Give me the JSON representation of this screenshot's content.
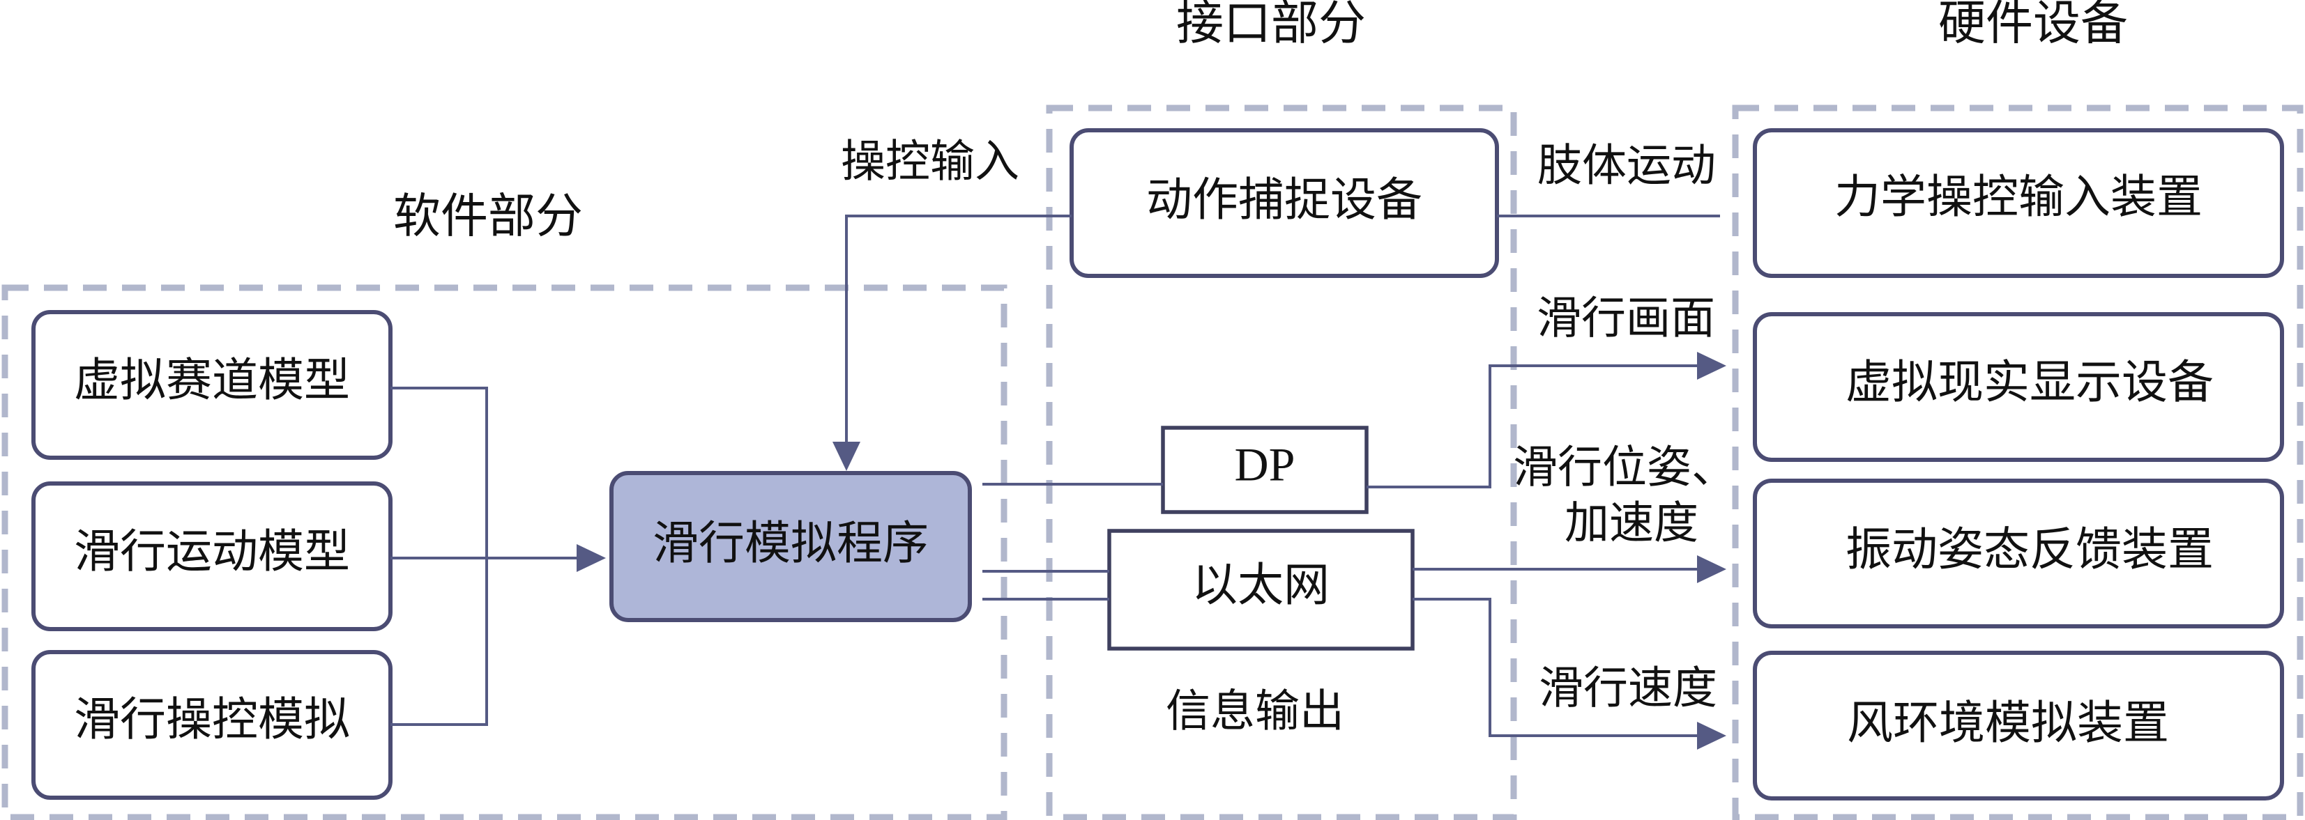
{
  "groups": {
    "software": "软件部分",
    "interface": "接口部分",
    "hardware": "硬件设备"
  },
  "nodes": {
    "virtual_track_model": "虚拟赛道模型",
    "ski_motion_model": "滑行运动模型",
    "ski_control_simulation": "滑行操控模拟",
    "ski_simulation_program": "滑行模拟程序",
    "motion_capture_device": "动作捕捉设备",
    "dp": "DP",
    "ethernet": "以太网",
    "force_control_input_device": "力学操控输入装置",
    "vr_display_device": "虚拟现实显示设备",
    "vibration_feedback_device": "振动姿态反馈装置",
    "wind_simulation_device": "风环境模拟装置"
  },
  "edge_labels": {
    "control_input": "操控输入",
    "limb_motion": "肢体运动",
    "ski_view": "滑行画面",
    "pose_line1": "滑行位姿、",
    "pose_line2": "加速度",
    "ski_speed": "滑行速度",
    "info_output": "信息输出"
  },
  "colors": {
    "core_node_fill": "#aeb6d8",
    "frame_dash": "#b1b7cc",
    "edge": "#555a84",
    "node_border": "#4b4c73"
  }
}
